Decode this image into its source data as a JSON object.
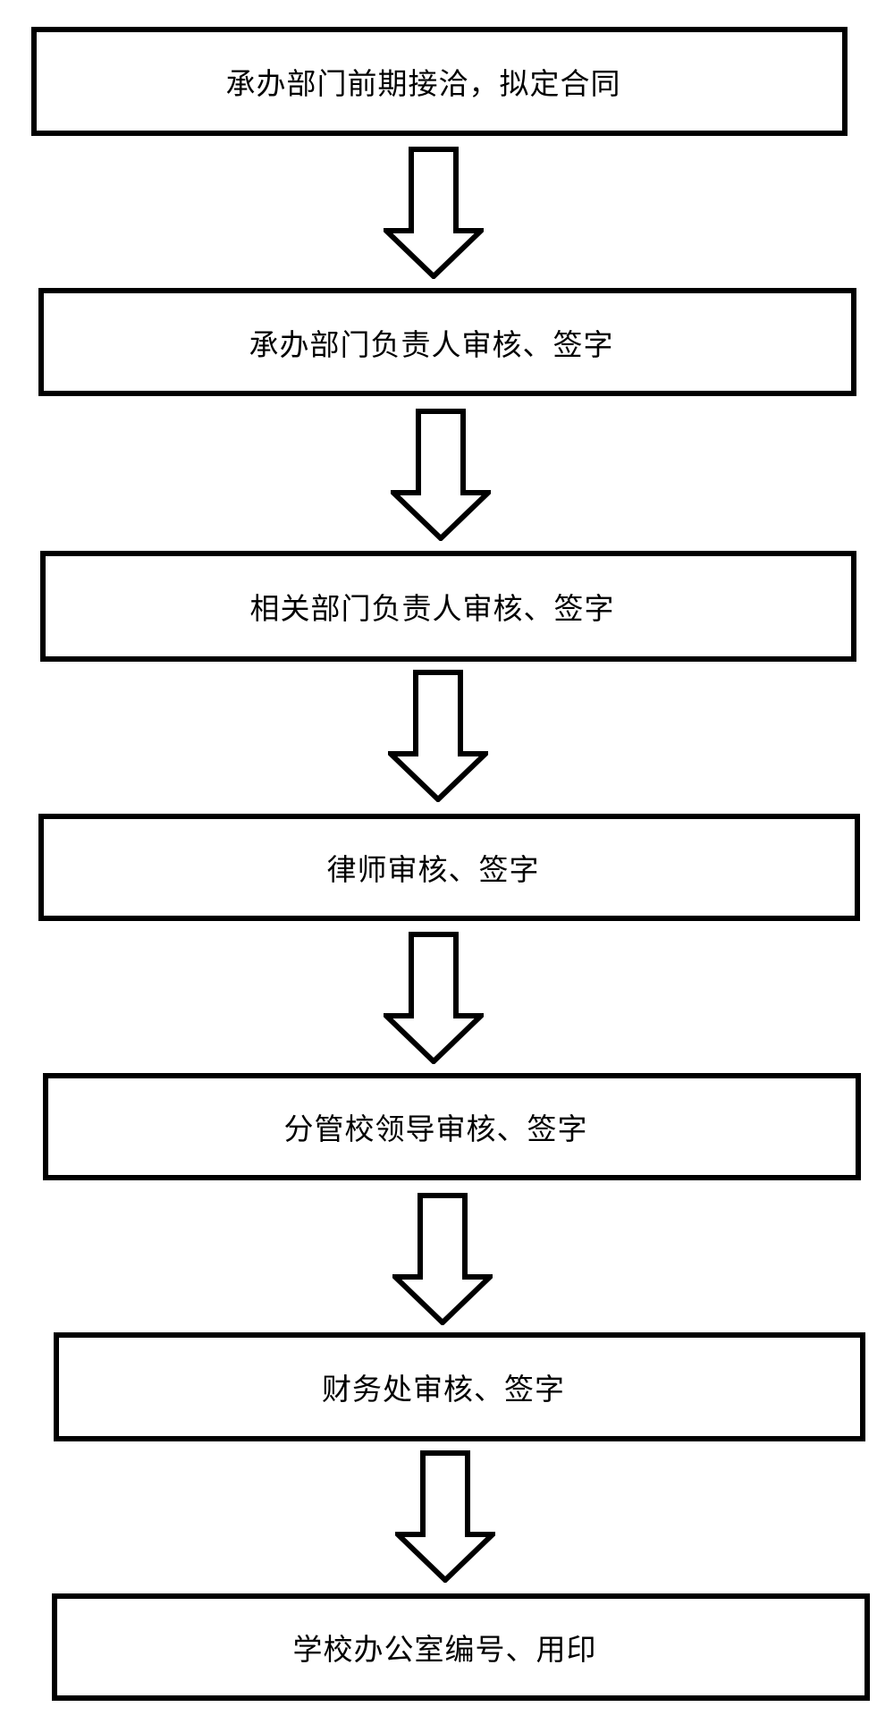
{
  "flowchart": {
    "type": "vertical-process-flow",
    "connector": "down-block-arrow",
    "colors": {
      "background": "#ffffff",
      "box_fill": "#ffffff",
      "box_border": "#000000",
      "arrow_outline": "#000000",
      "arrow_fill": "#ffffff",
      "text": "#000000"
    },
    "steps": [
      {
        "label": "承办部门前期接洽，拟定合同"
      },
      {
        "label": "承办部门负责人审核、签字"
      },
      {
        "label": "相关部门负责人审核、签字"
      },
      {
        "label": "律师审核、签字"
      },
      {
        "label": "分管校领导审核、签字"
      },
      {
        "label": "财务处审核、签字"
      },
      {
        "label": "学校办公室编号、用印"
      }
    ]
  }
}
